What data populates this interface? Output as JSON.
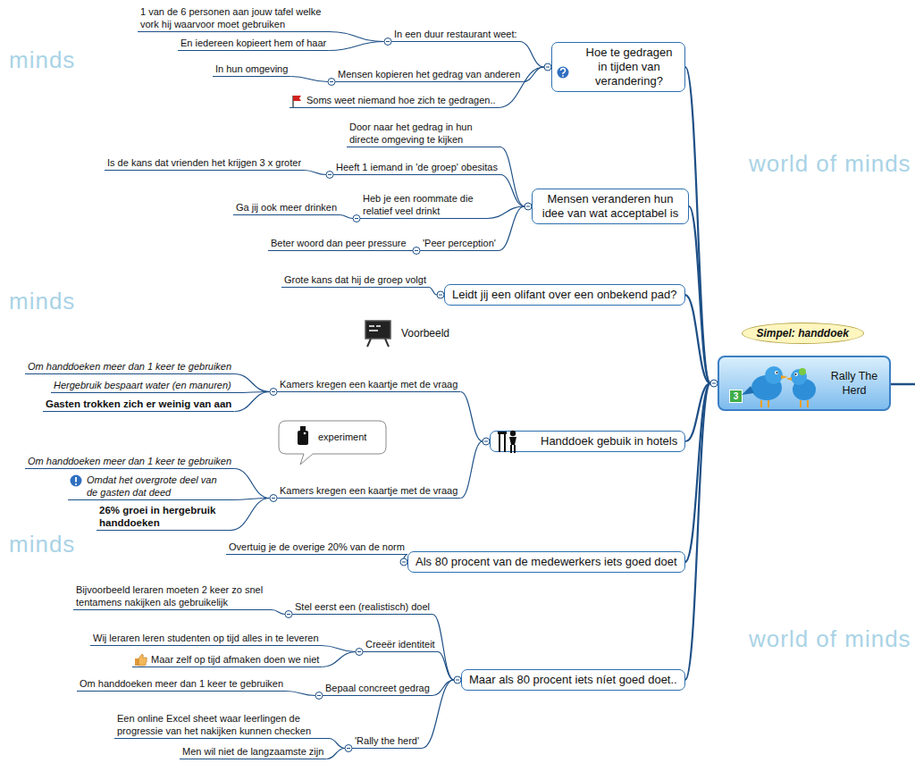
{
  "diagram": {
    "nodes": [
      {
        "text": [
          "Rally The Herd"
        ]
      },
      {
        "text": [
          "Simpel: handdoek"
        ]
      },
      {
        "text": [
          "Hoe te gedragen in tijden van verandering?"
        ]
      },
      {
        "text": [
          "In een duur restaurant weet:"
        ]
      },
      {
        "text": [
          "1 van de 6 personen aan jouw tafel welke vork hij waarvoor moet gebruiken"
        ]
      },
      {
        "text": [
          "En iedereen kopieert hem of haar"
        ]
      },
      {
        "text": [
          "Mensen kopieren het gedrag van anderen"
        ]
      },
      {
        "text": [
          "In hun omgeving"
        ]
      },
      {
        "text": [
          "Soms weet niemand hoe zich te gedragen.."
        ]
      },
      {
        "text": [
          "Mensen veranderen hun idee van wat acceptabel is"
        ]
      },
      {
        "text": [
          "Door naar het gedrag in hun directe omgeving te kijken"
        ]
      },
      {
        "text": [
          "Heeft 1 iemand in 'de groep' obesitas"
        ]
      },
      {
        "text": [
          "Is de kans dat vrienden het krijgen 3 x groter"
        ]
      },
      {
        "text": [
          "Heb je een roommate die relatief veel drinkt"
        ]
      },
      {
        "text": [
          "Ga jij ook meer drinken"
        ]
      },
      {
        "text": [
          "'Peer perception'"
        ]
      },
      {
        "text": [
          "Beter woord dan peer pressure"
        ]
      },
      {
        "text": [
          "Leidt jij een olifant over een onbekend pad?"
        ]
      },
      {
        "text": [
          "Grote kans dat hij de groep volgt"
        ]
      },
      {
        "text": [
          "Handdoek gebuik in hotels"
        ]
      },
      {
        "text": [
          "Kamers kregen een kaartje met de vraag"
        ]
      },
      {
        "text": [
          "Om handdoeken meer dan 1 keer te gebruiken"
        ]
      },
      {
        "text": [
          "Hergebruik bespaart water (en manuren)"
        ]
      },
      {
        "text": [
          "Gasten trokken zich er weinig van aan"
        ]
      },
      {
        "text": [
          "Kamers kregen een kaartje met de vraag"
        ]
      },
      {
        "text": [
          "Om handdoeken meer dan 1 keer te gebruiken"
        ]
      },
      {
        "text": [
          "Omdat het overgrote deel van de gasten dat deed"
        ]
      },
      {
        "text": [
          "26% groei in hergebruik handdoeken"
        ]
      },
      {
        "text": [
          "Als 80 procent van de medewerkers iets goed doet"
        ]
      },
      {
        "text": [
          "Overtuig je de overige 20% van de norm"
        ]
      },
      {
        "text": [
          "Maar als 80 procent iets níet goed doet.."
        ]
      },
      {
        "text": [
          "Stel eerst een (realistisch) doel"
        ]
      },
      {
        "text": [
          "Bijvoorbeeld leraren moeten 2 keer zo snel tentamens nakijken als gebruikelijk"
        ]
      },
      {
        "text": [
          "Creeër identiteit"
        ]
      },
      {
        "text": [
          "Wij leraren leren studenten op tijd alles in te leveren"
        ]
      },
      {
        "text": [
          "Maar zelf op tijd afmaken doen we niet"
        ]
      },
      {
        "text": [
          "Bepaal concreet gedrag"
        ]
      },
      {
        "text": [
          "Om handdoeken meer dan 1 keer te gebruiken"
        ]
      },
      {
        "text": [
          "'Rally the herd'"
        ]
      },
      {
        "text": [
          "Een online Excel sheet waar leerlingen de progressie van het nakijken kunnen checken"
        ]
      },
      {
        "text": [
          "Men wil niet de langzaamste zijn"
        ]
      }
    ],
    "edges": [
      {
        "from": 0,
        "to": 2,
        "arrow": "none"
      },
      {
        "from": 0,
        "to": 9,
        "arrow": "none"
      },
      {
        "from": 0,
        "to": 17,
        "arrow": "none"
      },
      {
        "from": 0,
        "to": 19,
        "arrow": "none"
      },
      {
        "from": 0,
        "to": 28,
        "arrow": "none"
      },
      {
        "from": 0,
        "to": 30,
        "arrow": "none"
      },
      {
        "from": 2,
        "to": 3,
        "arrow": "none"
      },
      {
        "from": 3,
        "to": 4,
        "arrow": "none"
      },
      {
        "from": 3,
        "to": 5,
        "arrow": "none"
      },
      {
        "from": 2,
        "to": 6,
        "arrow": "none"
      },
      {
        "from": 6,
        "to": 7,
        "arrow": "none"
      },
      {
        "from": 2,
        "to": 8,
        "arrow": "none"
      },
      {
        "from": 9,
        "to": 10,
        "arrow": "none"
      },
      {
        "from": 9,
        "to": 11,
        "arrow": "none"
      },
      {
        "from": 11,
        "to": 12,
        "arrow": "none"
      },
      {
        "from": 9,
        "to": 13,
        "arrow": "none"
      },
      {
        "from": 13,
        "to": 14,
        "arrow": "none"
      },
      {
        "from": 9,
        "to": 15,
        "arrow": "none"
      },
      {
        "from": 15,
        "to": 16,
        "arrow": "none"
      },
      {
        "from": 17,
        "to": 18,
        "arrow": "none"
      },
      {
        "from": 19,
        "to": 20,
        "arrow": "none"
      },
      {
        "from": 20,
        "to": 21,
        "arrow": "none"
      },
      {
        "from": 20,
        "to": 22,
        "arrow": "none"
      },
      {
        "from": 20,
        "to": 23,
        "arrow": "none"
      },
      {
        "from": 19,
        "to": 24,
        "arrow": "none"
      },
      {
        "from": 24,
        "to": 25,
        "arrow": "none"
      },
      {
        "from": 24,
        "to": 26,
        "arrow": "none"
      },
      {
        "from": 24,
        "to": 27,
        "arrow": "none"
      },
      {
        "from": 28,
        "to": 29,
        "arrow": "none"
      },
      {
        "from": 30,
        "to": 31,
        "arrow": "none"
      },
      {
        "from": 31,
        "to": 32,
        "arrow": "none"
      },
      {
        "from": 30,
        "to": 33,
        "arrow": "none"
      },
      {
        "from": 33,
        "to": 34,
        "arrow": "none"
      },
      {
        "from": 33,
        "to": 35,
        "arrow": "none"
      },
      {
        "from": 30,
        "to": 36,
        "arrow": "none"
      },
      {
        "from": 36,
        "to": 37,
        "arrow": "none"
      },
      {
        "from": 30,
        "to": 38,
        "arrow": "none"
      },
      {
        "from": 38,
        "to": 39,
        "arrow": "none"
      },
      {
        "from": 38,
        "to": 40,
        "arrow": "none"
      }
    ],
    "labels": [
      "Voorbeeld",
      "experiment",
      "3",
      "minds",
      "minds",
      "minds",
      "world of minds",
      "world of minds"
    ]
  }
}
